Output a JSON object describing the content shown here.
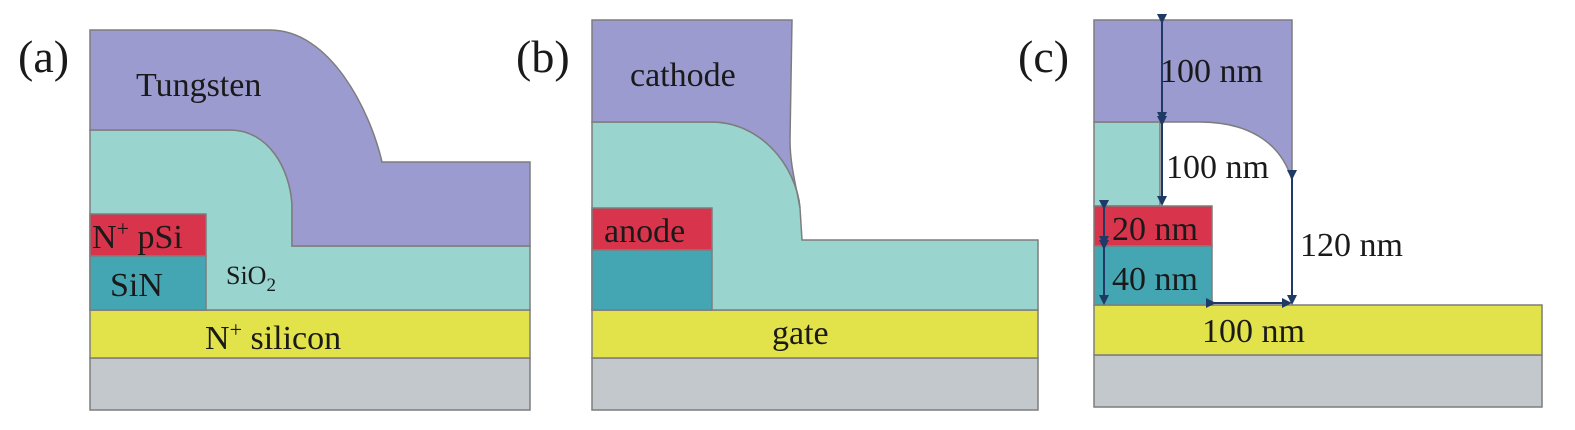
{
  "colors": {
    "metal": "#9b9bd0",
    "oxide": "#99d4cf",
    "poly": "#d8344c",
    "nitride": "#45a6b3",
    "silicon": "#e2e24a",
    "substrate": "#c2c8cc",
    "outline": "#7d7d7d",
    "arrow": "#1f3a66"
  },
  "panel_a": {
    "label": "(a)",
    "tungsten": "Tungsten",
    "npsi_n": "N",
    "npsi_plus": "+",
    "npsi_rest": " pSi",
    "sin": "SiN",
    "sio2_main": "SiO",
    "sio2_sub": "2",
    "nsilicon_n": "N",
    "nsilicon_plus": "+",
    "nsilicon_rest": " silicon"
  },
  "panel_b": {
    "label": "(b)",
    "cathode": "cathode",
    "anode": "anode",
    "gate": "gate"
  },
  "panel_c": {
    "label": "(c)",
    "dim_cathode": "100 nm",
    "dim_gap": "100 nm",
    "dim_anode": "20 nm",
    "dim_nitride": "40 nm",
    "dim_height": "120 nm",
    "dim_width": "100 nm"
  }
}
